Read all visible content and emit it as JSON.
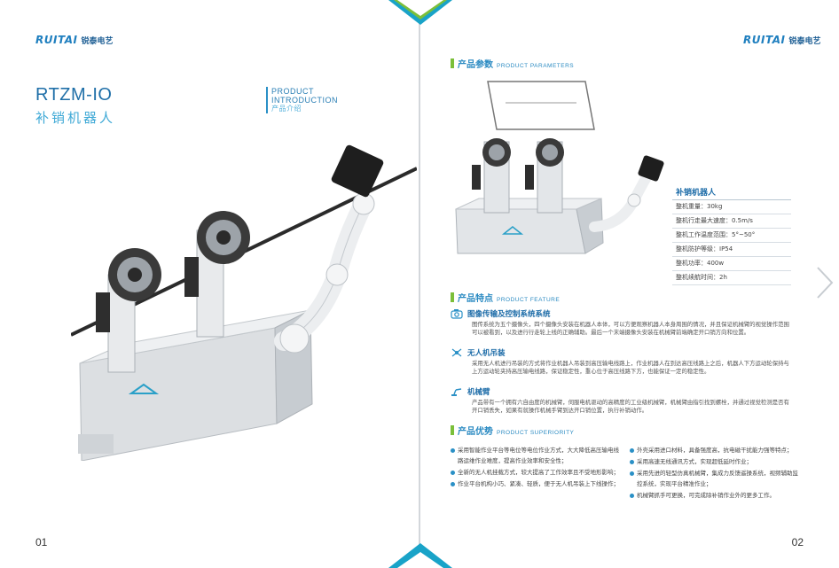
{
  "left_page": {
    "logo": {
      "mark": "RUITAI",
      "cn": "锐泰电艺"
    },
    "title_en": "RTZM-IO",
    "title_cn": "补销机器人",
    "intro": {
      "line1": "PRODUCT",
      "line2": "INTRODUCTION",
      "cn": "产品介绍"
    },
    "page_number": "01"
  },
  "right_page": {
    "logo": {
      "mark": "RUITAI",
      "cn": "锐泰电艺"
    },
    "parameters": {
      "header_cn": "产品参数",
      "header_en": "PRODUCT PARAMETERS",
      "box_title": "补销机器人",
      "rows": [
        "整机重量：30kg",
        "整机行走最大速度：0.5m/s",
        "整机工作温度范围：5°~50°",
        "整机防护等级：IP54",
        "整机功率：400w",
        "整机续航时间：2h"
      ]
    },
    "features": {
      "header_cn": "产品特点",
      "header_en": "PRODUCT FEATURE",
      "items": [
        {
          "icon": "camera-icon",
          "title": "图像传输及控制系统系统",
          "body": "图传系统为五个摄像头，四个摄像头安装在机器人本体，可以方便观察机器人本身周围的情况，并且保证机械臂的视觉操作范围可以被看到，以及进行行走轮上线的正确辅助。最后一个末端摄像头安装在机械臂前端确定开口销方向和位置。"
        },
        {
          "icon": "drone-icon",
          "title": "无人机吊装",
          "body": "采用无人机进行吊装的方式将作业机器人吊装到高压输电线路上，作业机器人在到达高压线路上之后，机器人下方运动轮保持与上方运动轮夹持高压输电线路，保证稳定性，重心位于高压线路下方，也能保证一定的稳定性。"
        },
        {
          "icon": "robot-arm-icon",
          "title": "机械臂",
          "body": "产品带有一个拥有六自由度的机械臂，伺服电机驱动的高精度的工业级机械臂，机械臂由指引找到螺栓，并通过视觉检测是否有开口销丢失，如果有就操作机械手臂到达开口销位置，执行补销动作。"
        }
      ]
    },
    "advantages": {
      "header_cn": "产品优势",
      "header_en": "PRODUCT SUPERIORITY",
      "left": [
        "采用智能作业平台等电位等电位作业方式，大大降低高压输电线路运维作业难度，提高作业效率和安全性；",
        "全新的无人机挂载方式，较大提高了工作效率且不受地形影响；",
        "作业平台机构小巧、紧凑、轻质，便于无人机吊装上下线操作；"
      ],
      "right": [
        "外壳采用进口材料，具备强度高，抗电磁干扰能力强等特点；",
        "采用高速无线通讯方式，实现超低延时作业；",
        "采用先进的轻型仿真机械臂，集成力反馈遥操系统，视频辅助监控系统，实现平台精准作业；",
        "机械臂抓手可更换，可完成除补销作业外的更多工作。"
      ]
    },
    "page_number": "02"
  },
  "colors": {
    "brand_blue": "#1f7fbf",
    "accent_green": "#7bbf3a",
    "light_blue": "#3fa9d6"
  }
}
